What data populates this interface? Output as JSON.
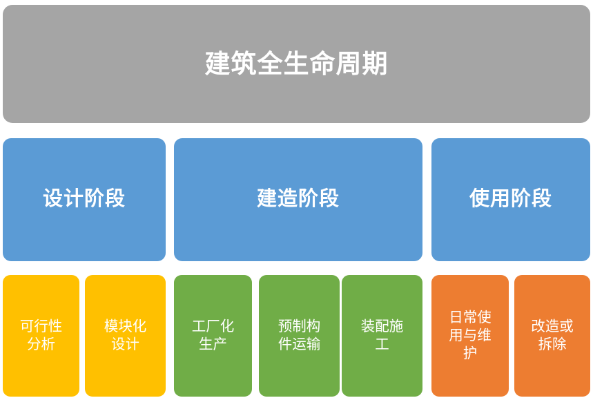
{
  "diagram": {
    "type": "hierarchy-tree",
    "title": "建筑全生命周期",
    "background_color": "#FFFFFF",
    "root": {
      "label": "建筑全生命周期",
      "color": "#A5A5A5",
      "text_color": "#FFFFFF"
    },
    "phases": [
      {
        "label": "设计阶段",
        "color": "#5B9BD5",
        "text_color": "#FFFFFF"
      },
      {
        "label": "建造阶段",
        "color": "#5B9BD5",
        "text_color": "#FFFFFF"
      },
      {
        "label": "使用阶段",
        "color": "#5B9BD5",
        "text_color": "#FFFFFF"
      }
    ],
    "leaves": [
      {
        "label": "可行性\n分析",
        "parent": "设计阶段",
        "color": "#FFC000",
        "text_color": "#FFFFFF"
      },
      {
        "label": "模块化\n设计",
        "parent": "设计阶段",
        "color": "#FFC000",
        "text_color": "#FFFFFF"
      },
      {
        "label": "工厂化\n生产",
        "parent": "建造阶段",
        "color": "#70AD47",
        "text_color": "#FFFFFF"
      },
      {
        "label": "预制构\n件运输",
        "parent": "建造阶段",
        "color": "#70AD47",
        "text_color": "#FFFFFF"
      },
      {
        "label": "装配施\n工",
        "parent": "建造阶段",
        "color": "#70AD47",
        "text_color": "#FFFFFF"
      },
      {
        "label": "日常使\n用与维\n护",
        "parent": "使用阶段",
        "color": "#ED7D31",
        "text_color": "#FFFFFF"
      },
      {
        "label": "改造或\n拆除",
        "parent": "使用阶段",
        "color": "#ED7D31",
        "text_color": "#FFFFFF"
      }
    ]
  }
}
